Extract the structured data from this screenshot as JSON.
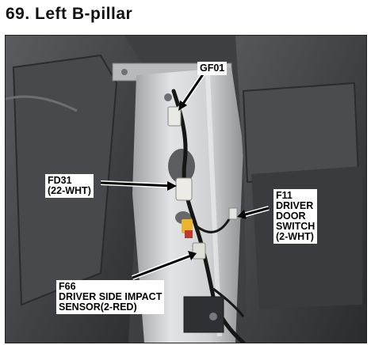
{
  "page": {
    "title": "69. Left B-pillar"
  },
  "photo": {
    "subject": "vehicle-interior-b-pillar",
    "callouts": [
      {
        "id": "GF01",
        "lines": [
          "GF01"
        ]
      },
      {
        "id": "FD31",
        "lines": [
          "FD31",
          "(22-WHT)"
        ]
      },
      {
        "id": "F11",
        "lines": [
          "F11",
          "DRIVER",
          "DOOR",
          "SWITCH",
          "(2-WHT)"
        ]
      },
      {
        "id": "F66",
        "lines": [
          "F66",
          "DRIVER SIDE IMPACT",
          "SENSOR(2-RED)"
        ]
      }
    ]
  },
  "colors": {
    "frame_border": "#222222",
    "label_text": "#000000",
    "label_background": "#ffffff",
    "pillar": "#cfd1d3",
    "trim_panel": "#3a3b3f",
    "connector_red": "#c0392b",
    "connector_yellow": "#e8b52c"
  }
}
